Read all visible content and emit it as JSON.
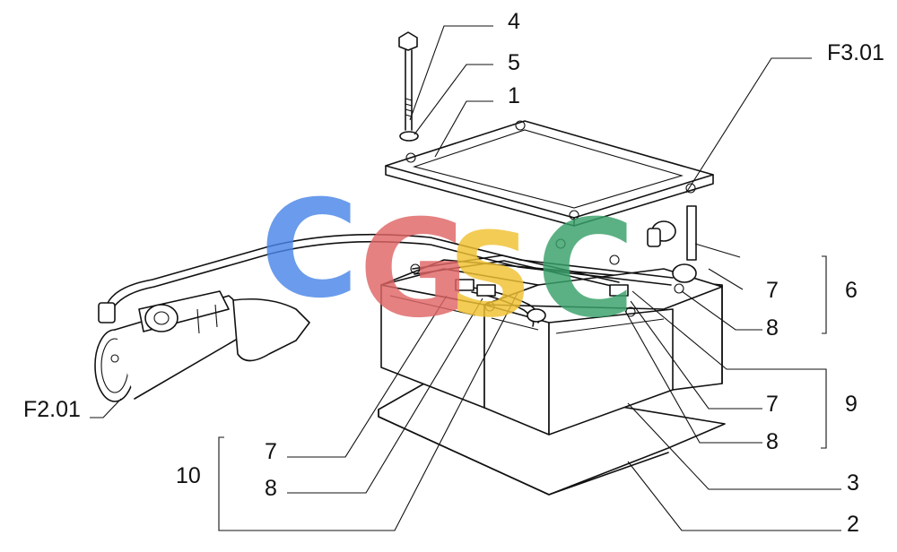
{
  "callouts": {
    "c4": "4",
    "c5": "5",
    "c1": "1",
    "cF301": "F3.01",
    "c6": "6",
    "c7a": "7",
    "c8a": "8",
    "c9": "9",
    "c7b": "7",
    "c8b": "8",
    "c3": "3",
    "c2": "2",
    "cF201": "F2.01",
    "c10": "10",
    "c7c": "7",
    "c8c": "8"
  },
  "watermark": {
    "letters": [
      "C",
      "G",
      "S",
      "C"
    ],
    "colors": [
      "#4a86e8",
      "#e06666",
      "#f1c232",
      "#38a169"
    ]
  }
}
